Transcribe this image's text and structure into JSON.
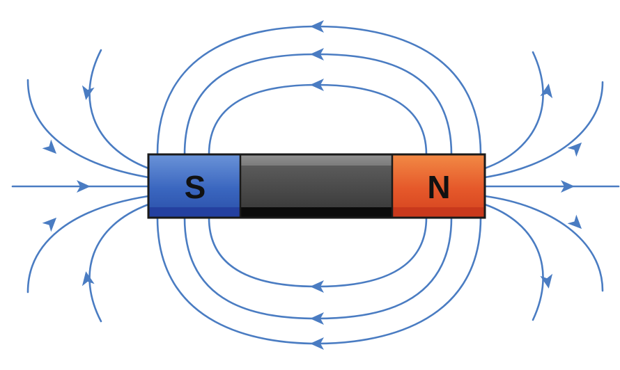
{
  "magnet": {
    "south_label": "S",
    "north_label": "N",
    "south_pole": "south-pole",
    "north_pole": "north-pole"
  },
  "colors": {
    "field_line": "#4a7cc2",
    "south_pole": "#3f6fc4",
    "south_pole_dark": "#1f3f9a",
    "north_pole": "#e8622f",
    "north_pole_dark": "#c93a1e",
    "magnet_body": "#4a4a4a",
    "magnet_body_dark": "#111111",
    "magnet_outline": "#1a1a1a",
    "label_text": "#111111"
  },
  "field_lines": {
    "count": 16,
    "direction": "north-to-south"
  }
}
